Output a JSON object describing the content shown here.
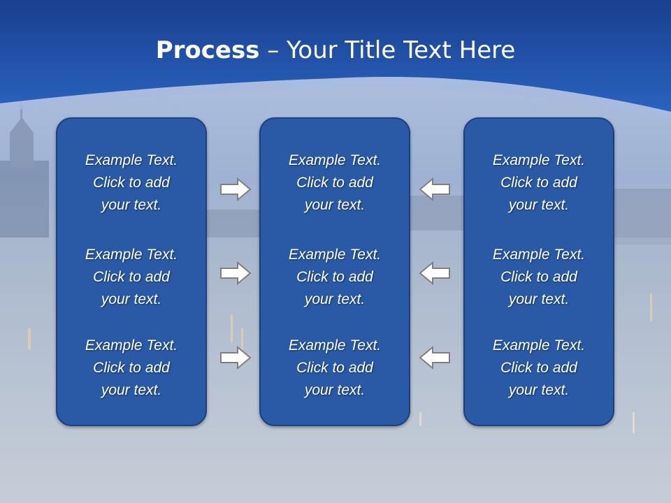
{
  "slide": {
    "title_bold": "Process",
    "title_rest": " – Your Title Text Here"
  },
  "columns": [
    {
      "items": [
        {
          "line1": "Example Text.",
          "line2": "Click  to add",
          "line3": "your text."
        },
        {
          "line1": "Example Text.",
          "line2": "Click  to add",
          "line3": "your text."
        },
        {
          "line1": "Example Text.",
          "line2": "Click  to add",
          "line3": "your text."
        }
      ]
    },
    {
      "items": [
        {
          "line1": "Example Text.",
          "line2": "Click  to add",
          "line3": "your text."
        },
        {
          "line1": "Example Text.",
          "line2": "Click  to add",
          "line3": "your text."
        },
        {
          "line1": "Example Text.",
          "line2": "Click  to add",
          "line3": "your text."
        }
      ]
    },
    {
      "items": [
        {
          "line1": "Example Text.",
          "line2": "Click  to add",
          "line3": "your text."
        },
        {
          "line1": "Example Text.",
          "line2": "Click  to add",
          "line3": "your text."
        },
        {
          "line1": "Example Text.",
          "line2": "Click  to add",
          "line3": "your text."
        }
      ]
    }
  ],
  "arrows": {
    "left_group_direction": "right",
    "right_group_direction": "left",
    "icon": "hollow-arrow-icon"
  },
  "colors": {
    "header_blue": "#1e4fa0",
    "panel_fill": "#2a5aa6",
    "panel_border": "#1c3f80",
    "arrow_fill": "#ffffff",
    "arrow_stroke": "#7f7f7f"
  }
}
